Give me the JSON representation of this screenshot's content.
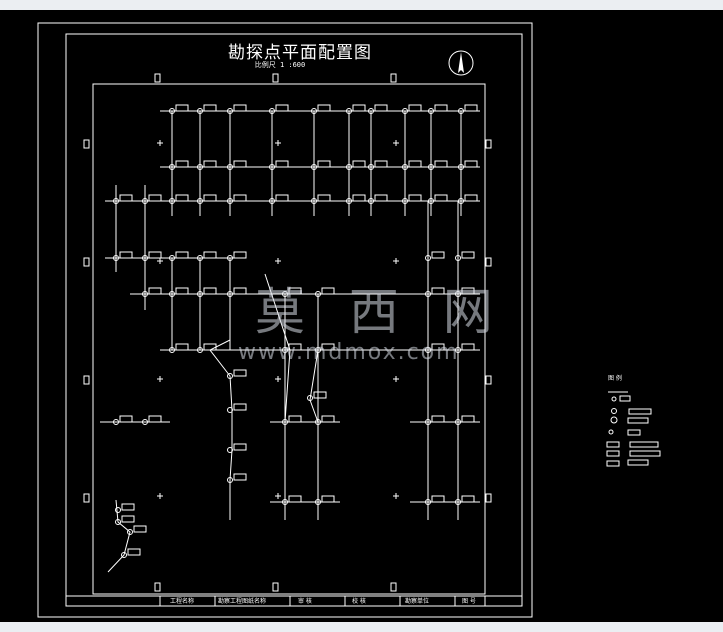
{
  "drawing": {
    "title": "勘探点平面配置图",
    "scale": "比例尺 1 :600",
    "watermark_cn": "莫 西 网",
    "watermark_url": "www.mdmox.com",
    "title_block": {
      "cell_1": "工程名称",
      "cell_2": "勘察工程图纸名称",
      "cell_3": "审 核",
      "cell_4": "校 核",
      "cell_5": "勘察单位",
      "cell_6": "图 号"
    },
    "legend": {
      "title": "图 例"
    },
    "colors": {
      "background": "#000000",
      "lines": "#ffffff",
      "ui_frame": "#ebeef2"
    },
    "icons": {
      "north_arrow": "north-arrow-icon"
    }
  }
}
